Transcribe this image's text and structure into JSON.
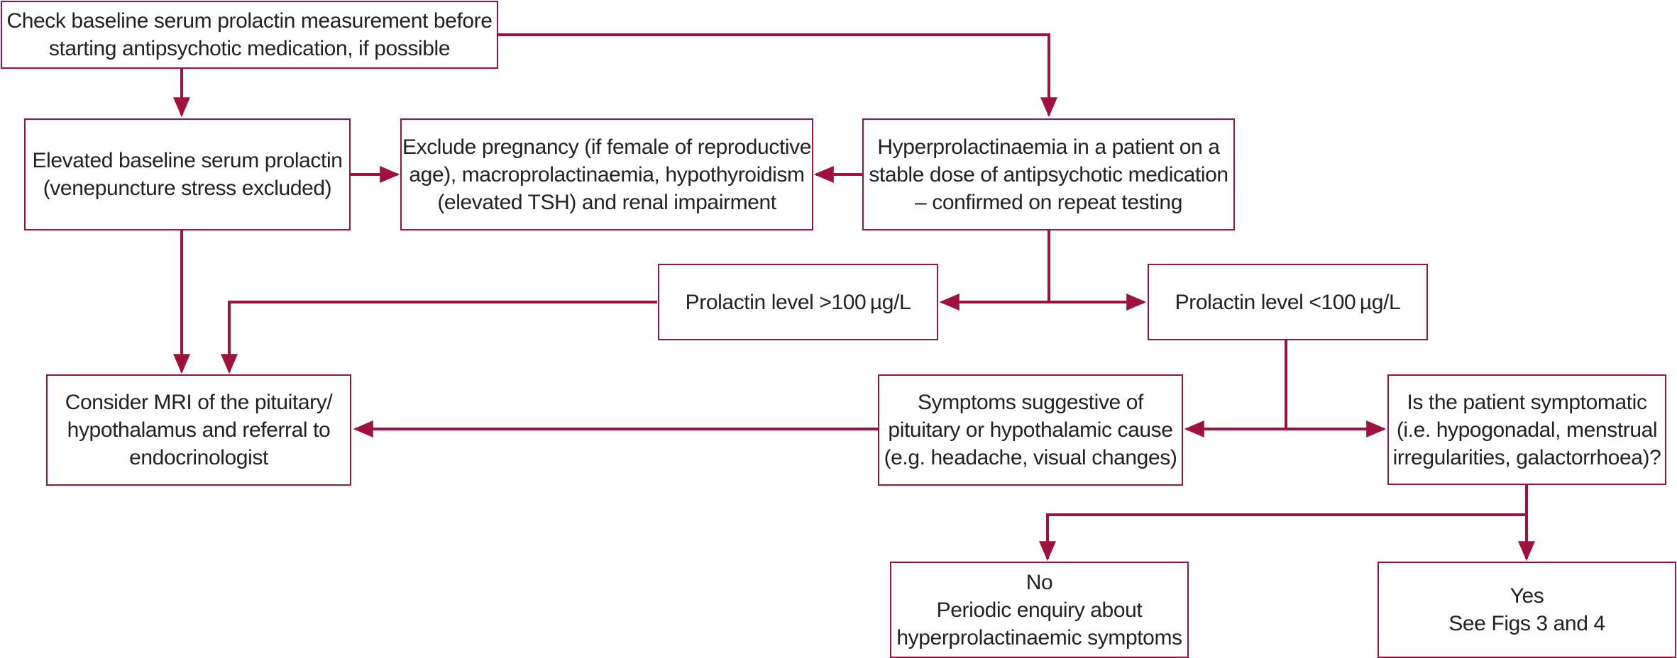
{
  "diagram": {
    "accent_color": "#a0123e",
    "nodes": {
      "baseline_check": {
        "lines": [
          "Check baseline serum prolactin measurement before",
          "starting antipsychotic medication, if possible"
        ]
      },
      "elevated_baseline": {
        "lines": [
          "Elevated baseline serum prolactin",
          "(venepuncture stress excluded)"
        ]
      },
      "exclude": {
        "lines": [
          "Exclude pregnancy (if female of reproductive",
          "age), macroprolactinaemia, hypothyroidism",
          "(elevated TSH) and renal impairment"
        ]
      },
      "hyperprolactinaemia": {
        "lines": [
          "Hyperprolactinaemia in a patient on a",
          "stable dose of antipsychotic medication",
          "– confirmed on repeat testing"
        ]
      },
      "prolactin_high": {
        "lines": [
          "Prolactin level >100 µg/L"
        ]
      },
      "prolactin_low": {
        "lines": [
          "Prolactin level <100 µg/L"
        ]
      },
      "consider_mri": {
        "lines": [
          "Consider MRI of the pituitary/",
          "hypothalamus and referral to",
          "endocrinologist"
        ]
      },
      "symptoms_pituitary": {
        "lines": [
          "Symptoms suggestive of",
          "pituitary or hypothalamic cause",
          "(e.g. headache, visual changes)"
        ]
      },
      "symptomatic_question": {
        "lines": [
          "Is the patient symptomatic",
          "(i.e. hypogonadal, menstrual",
          "irregularities, galactorrhoea)?"
        ]
      },
      "answer_no": {
        "lines": [
          "No",
          "Periodic enquiry about",
          "hyperprolactinaemic symptoms"
        ]
      },
      "answer_yes": {
        "lines": [
          "Yes",
          "See Figs 3 and 4"
        ]
      }
    }
  }
}
